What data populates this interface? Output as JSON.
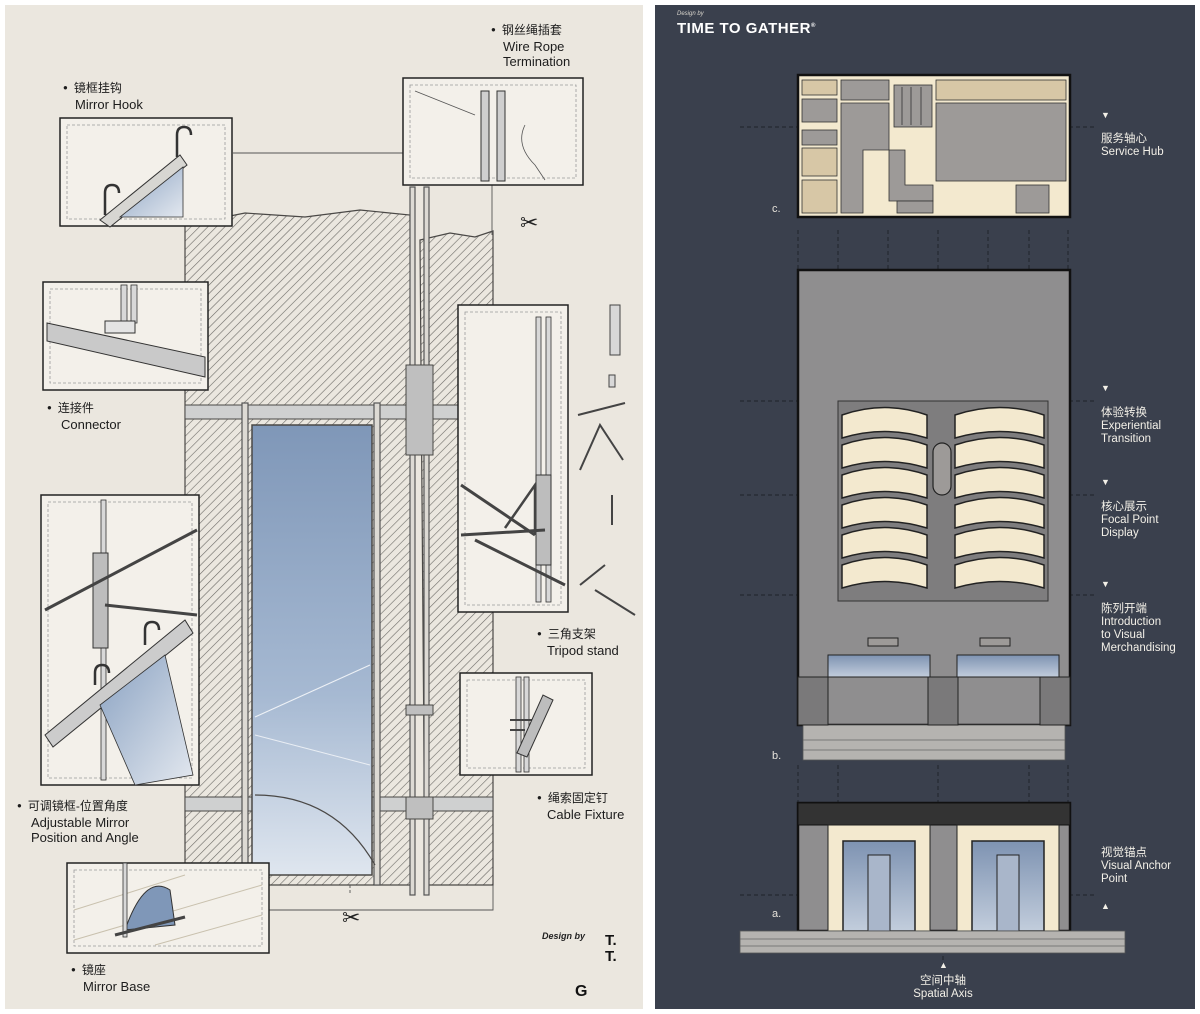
{
  "left": {
    "labels": {
      "mirror_hook": {
        "zh": "镜框挂钩",
        "en": "Mirror Hook"
      },
      "wire_rope": {
        "zh": "钢丝绳插套",
        "en1": "Wire Rope",
        "en2": "Termination"
      },
      "connector": {
        "zh": "连接件",
        "en": "Connector"
      },
      "tripod": {
        "zh": "三角支架",
        "en": "Tripod stand"
      },
      "adjustable": {
        "zh": "可调镜框-位置角度",
        "en1": "Adjustable Mirror",
        "en2": "Position and Angle"
      },
      "cable": {
        "zh": "绳索固定钉",
        "en": "Cable Fixture"
      },
      "mirror_base": {
        "zh": "镜座",
        "en": "Mirror Base"
      }
    },
    "signature": {
      "design_by": "Design by",
      "mark": "T.\nT.",
      "g": "G"
    }
  },
  "right": {
    "brand": {
      "design_by": "Design by",
      "name": "TIME TO GATHER",
      "reg": "®"
    },
    "sections": {
      "service_hub": {
        "zh": "服务轴心",
        "en": "Service Hub"
      },
      "experiential": {
        "zh": "体验转换",
        "en1": "Experiential",
        "en2": "Transition"
      },
      "focal": {
        "zh": "核心展示",
        "en1": "Focal Point",
        "en2": "Display"
      },
      "intro": {
        "zh": "陈列开端",
        "en1": "Introduction",
        "en2": "to Visual",
        "en3": "Merchandising"
      },
      "visual_anchor": {
        "zh": "视觉锚点",
        "en1": "Visual Anchor",
        "en2": "Point"
      },
      "spatial_axis": {
        "zh": "空间中轴",
        "en": "Spatial Axis"
      }
    },
    "plan_letters": {
      "c": "c.",
      "b": "b.",
      "a": "a."
    }
  },
  "colors": {
    "left_bg": "#ebe7df",
    "right_bg": "#3a404d",
    "mirror_blue": "#8fa6c4",
    "cream": "#f3e9cf",
    "plan_gray": "#9a9896"
  }
}
